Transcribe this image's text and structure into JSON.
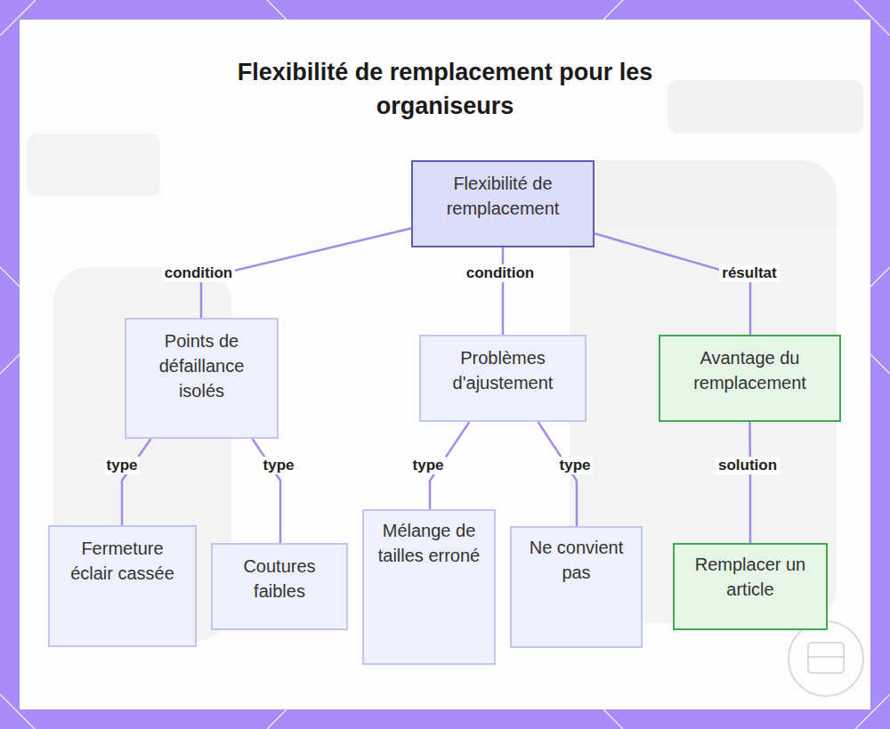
{
  "diagram": {
    "title": "Flexibilité de remplacement pour les organiseurs",
    "nodes": [
      {
        "text": [
          "Flexibilité de remplacement"
        ]
      },
      {
        "text": [
          "Points de défaillance isolés"
        ]
      },
      {
        "text": [
          "Problèmes d'ajustement"
        ]
      },
      {
        "text": [
          "Avantage du remplacement"
        ]
      },
      {
        "text": [
          "Fermeture éclair cassée"
        ]
      },
      {
        "text": [
          "Coutures faibles"
        ]
      },
      {
        "text": [
          "Mélange de tailles erroné"
        ]
      },
      {
        "text": [
          "Ne convient pas"
        ]
      },
      {
        "text": [
          "Remplacer un article"
        ]
      }
    ],
    "edges": [
      {
        "from": 0,
        "to": 1,
        "label": "condition",
        "arrow": "none"
      },
      {
        "from": 0,
        "to": 2,
        "label": "condition",
        "arrow": "none"
      },
      {
        "from": 0,
        "to": 3,
        "label": "résultat",
        "arrow": "none"
      },
      {
        "from": 1,
        "to": 4,
        "label": "type",
        "arrow": "none"
      },
      {
        "from": 1,
        "to": 5,
        "label": "type",
        "arrow": "none"
      },
      {
        "from": 2,
        "to": 6,
        "label": "type",
        "arrow": "none"
      },
      {
        "from": 2,
        "to": 7,
        "label": "type",
        "arrow": "none"
      },
      {
        "from": 3,
        "to": 8,
        "label": "solution",
        "arrow": "none"
      }
    ]
  }
}
